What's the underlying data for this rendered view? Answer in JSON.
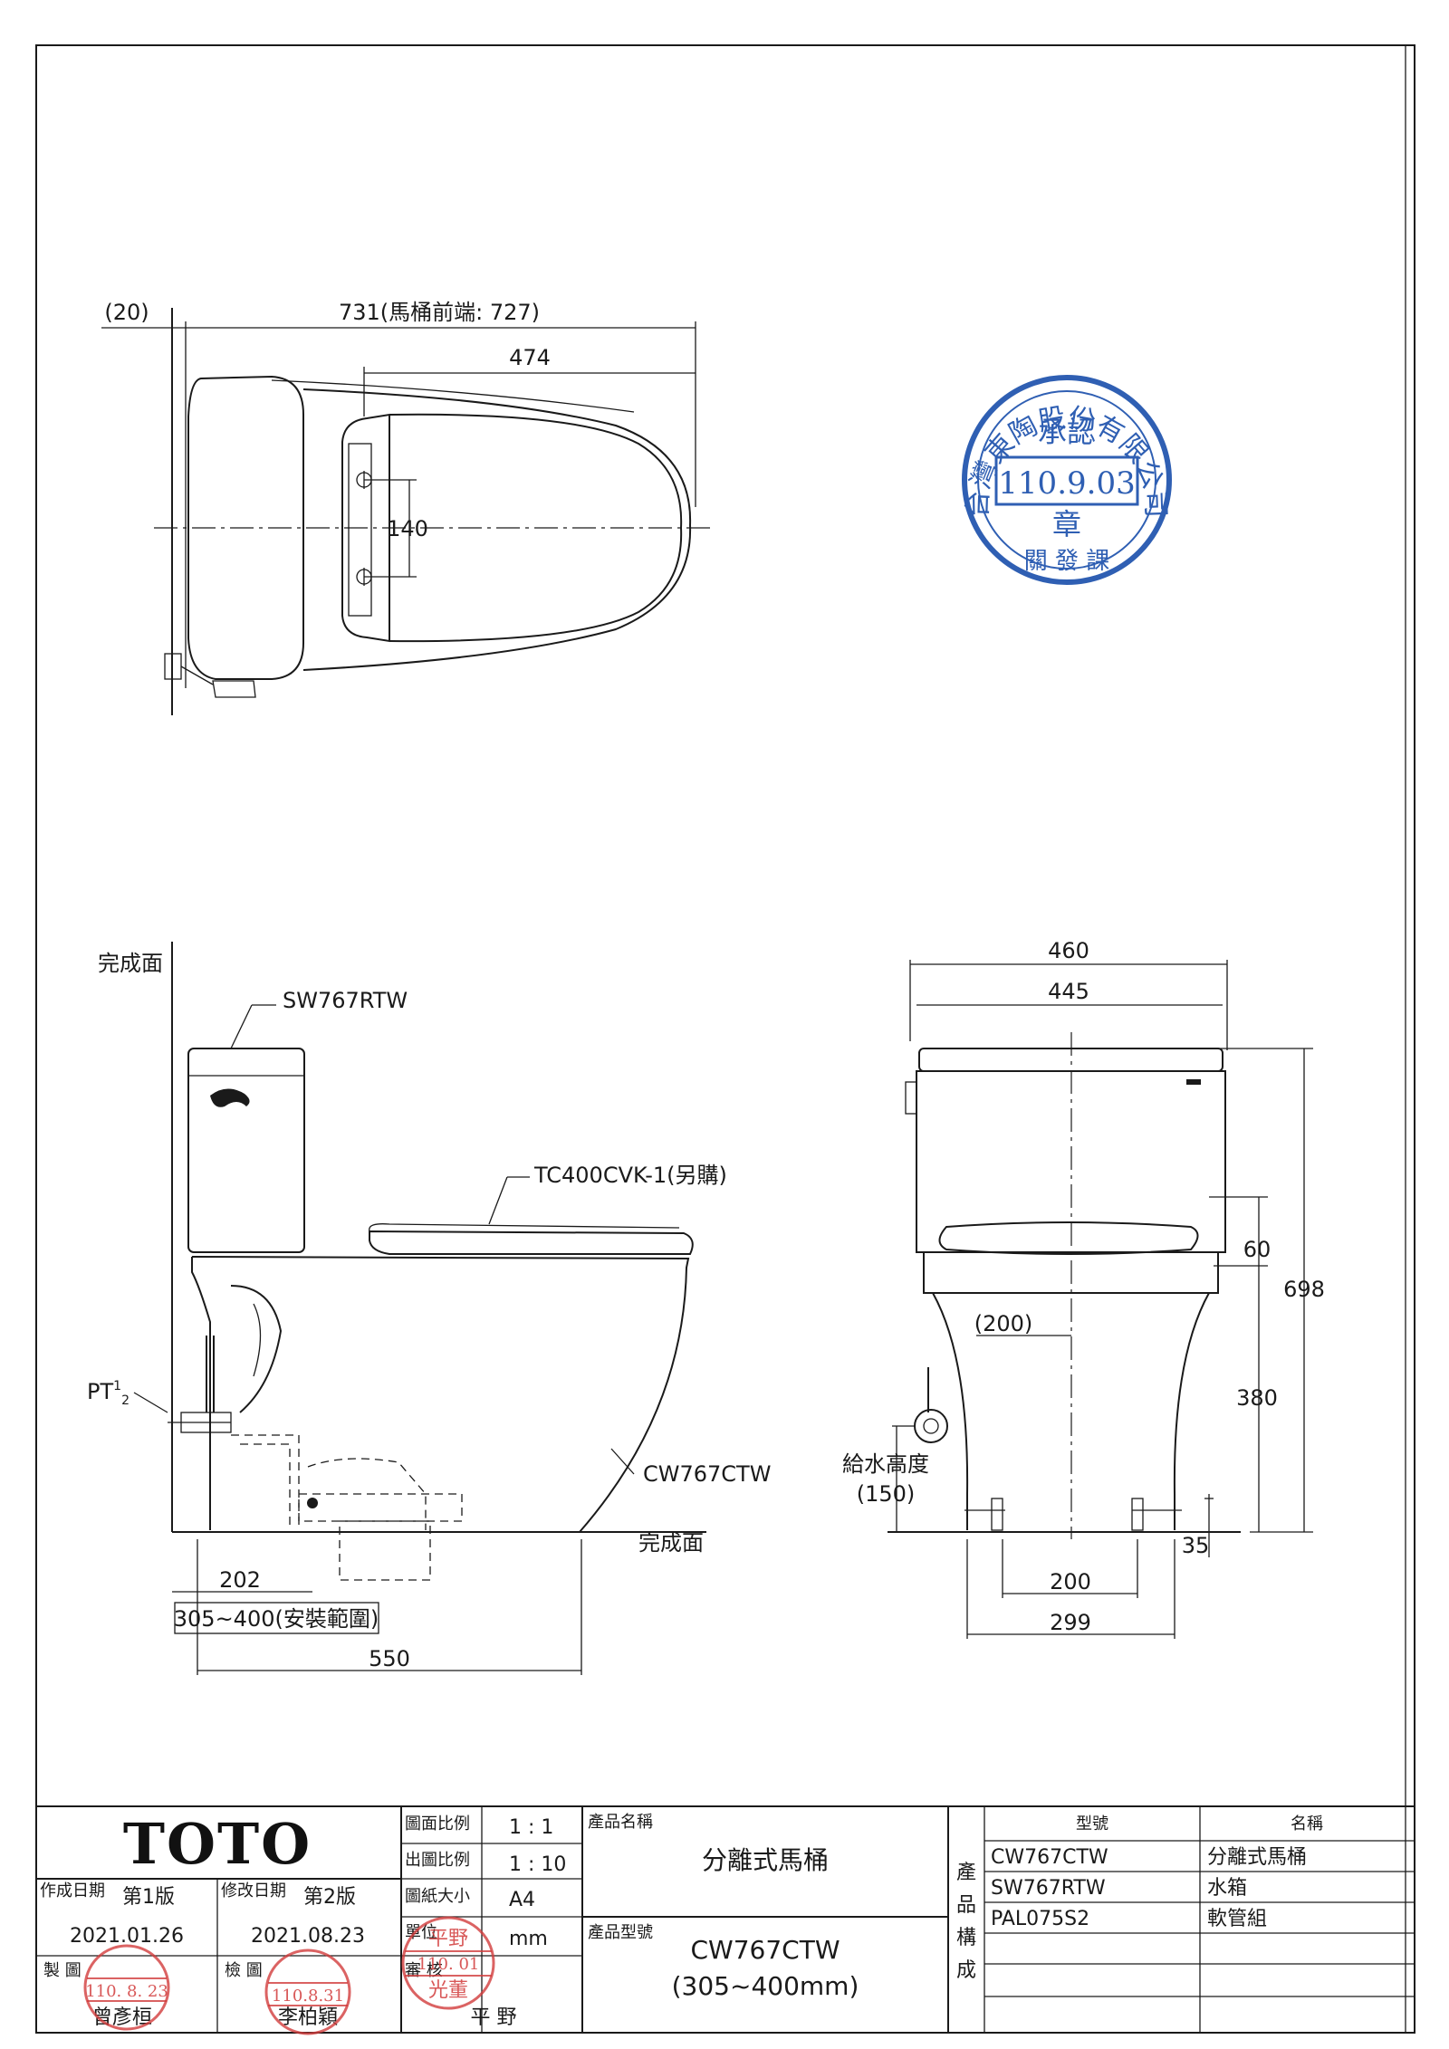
{
  "drawing": {
    "top_view": {
      "dim_offset": "(20)",
      "dim_total": "731(馬桶前端: 727)",
      "dim_seat": "474",
      "dim_bolt": "140"
    },
    "side_view": {
      "wall_label": "完成面",
      "floor_label": "完成面",
      "tank_model": "SW767RTW",
      "seat_model": "TC400CVK-1(另購)",
      "bowl_model": "CW767CTW",
      "pipe_label": "PT",
      "pipe_sup": "1",
      "pipe_sub": "2",
      "dim_202": "202",
      "dim_range": "305~400(安裝範圍)",
      "dim_550": "550"
    },
    "front_view": {
      "dim_460": "460",
      "dim_445": "445",
      "dim_60": "60",
      "dim_698": "698",
      "dim_200_top": "(200)",
      "dim_380": "380",
      "supply_label": "給水高度",
      "supply_value": "(150)",
      "dim_35": "35",
      "dim_200": "200",
      "dim_299": "299"
    }
  },
  "approval_stamp": {
    "company": "台灣東陶股份有限公司",
    "title": "承認",
    "date": "110.9.03",
    "word": "章",
    "bottom": "關 發 課"
  },
  "title_block": {
    "logo": "TOTO",
    "drawing_scale_label": "圖面比例",
    "drawing_scale": "1 : 1",
    "print_scale_label": "出圖比例",
    "print_scale": "1 : 10",
    "paper_size_label": "圖紙大小",
    "paper_size": "A4",
    "unit_label": "單位",
    "unit": "mm",
    "created_label": "作成日期",
    "created_ver": "第1版",
    "created_date": "2021.01.26",
    "modified_label": "修改日期",
    "modified_ver": "第2版",
    "modified_date": "2021.08.23",
    "drawn_label": "製 圖",
    "drawn_name": "曾彥桓",
    "drawn_stamp_date": "110. 8. 23",
    "checked_label": "檢 圖",
    "checked_name": "李柏穎",
    "checked_stamp_date": "110.8.31",
    "approved_label": "審 核",
    "approved_name": "平 野",
    "approved_stamp_top": "平野",
    "approved_stamp_date": "110. 01",
    "approved_stamp_name": "光董",
    "product_name_label": "產品名稱",
    "product_name": "分離式馬桶",
    "product_model_label": "產品型號",
    "product_model": "CW767CTW",
    "product_model_range": "(305~400mm)",
    "composition_label": "產品構成",
    "comp_header_model": "型號",
    "comp_header_name": "名稱",
    "components": [
      {
        "model": "CW767CTW",
        "name": "分離式馬桶"
      },
      {
        "model": "SW767RTW",
        "name": "水箱"
      },
      {
        "model": "PAL075S2",
        "name": "軟管組"
      }
    ]
  }
}
